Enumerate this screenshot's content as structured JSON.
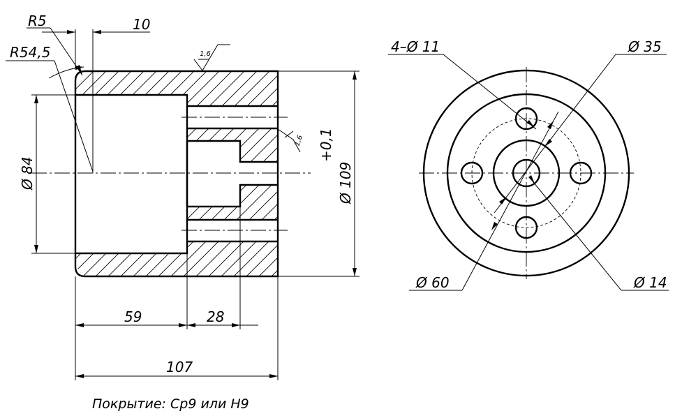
{
  "dimensions": {
    "r5": "R5",
    "d10": "10",
    "r54_5": "R54,5",
    "roughness_top": "1,6",
    "roughness_bore": "1,6",
    "tolerance": "+0,1",
    "d84": "Ø 84",
    "d109": "Ø 109",
    "d59": "59",
    "d28": "28",
    "d107": "107",
    "holes": "4–Ø 11",
    "d35": "Ø 35",
    "d60": "Ø 60",
    "d14": "Ø 14"
  },
  "note": "Покрытие: Ср9 или Н9"
}
